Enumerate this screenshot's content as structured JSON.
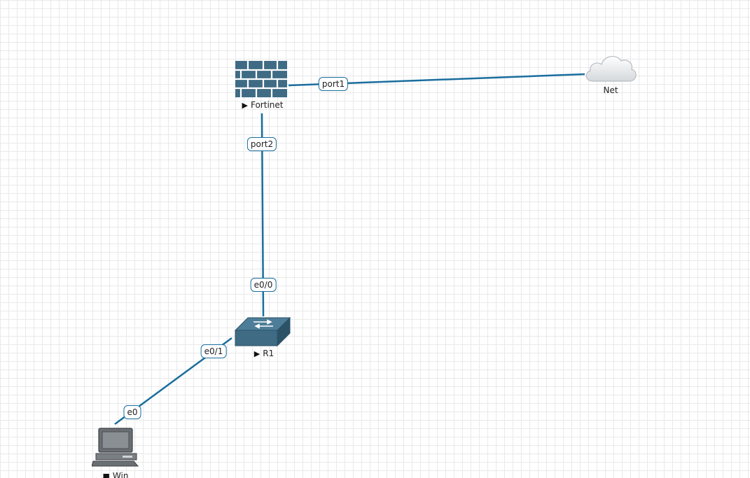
{
  "colors": {
    "link": "#1a6e9e",
    "device": "#3f6b84",
    "device_dark": "#2c5268",
    "grid": "#e9e9e9"
  },
  "nodes": {
    "fortinet": {
      "label": "Fortinet",
      "state_icon": "play-icon",
      "state_glyph": "▶"
    },
    "net": {
      "label": "Net"
    },
    "r1": {
      "label": "R1",
      "state_icon": "play-icon",
      "state_glyph": "▶"
    },
    "win": {
      "label": "Win",
      "state_icon": "stop-icon",
      "state_glyph": "■"
    }
  },
  "ports": {
    "fortinet_port1": "port1",
    "fortinet_port2": "port2",
    "r1_e0_0": "e0/0",
    "r1_e0_1": "e0/1",
    "win_e0": "e0"
  }
}
